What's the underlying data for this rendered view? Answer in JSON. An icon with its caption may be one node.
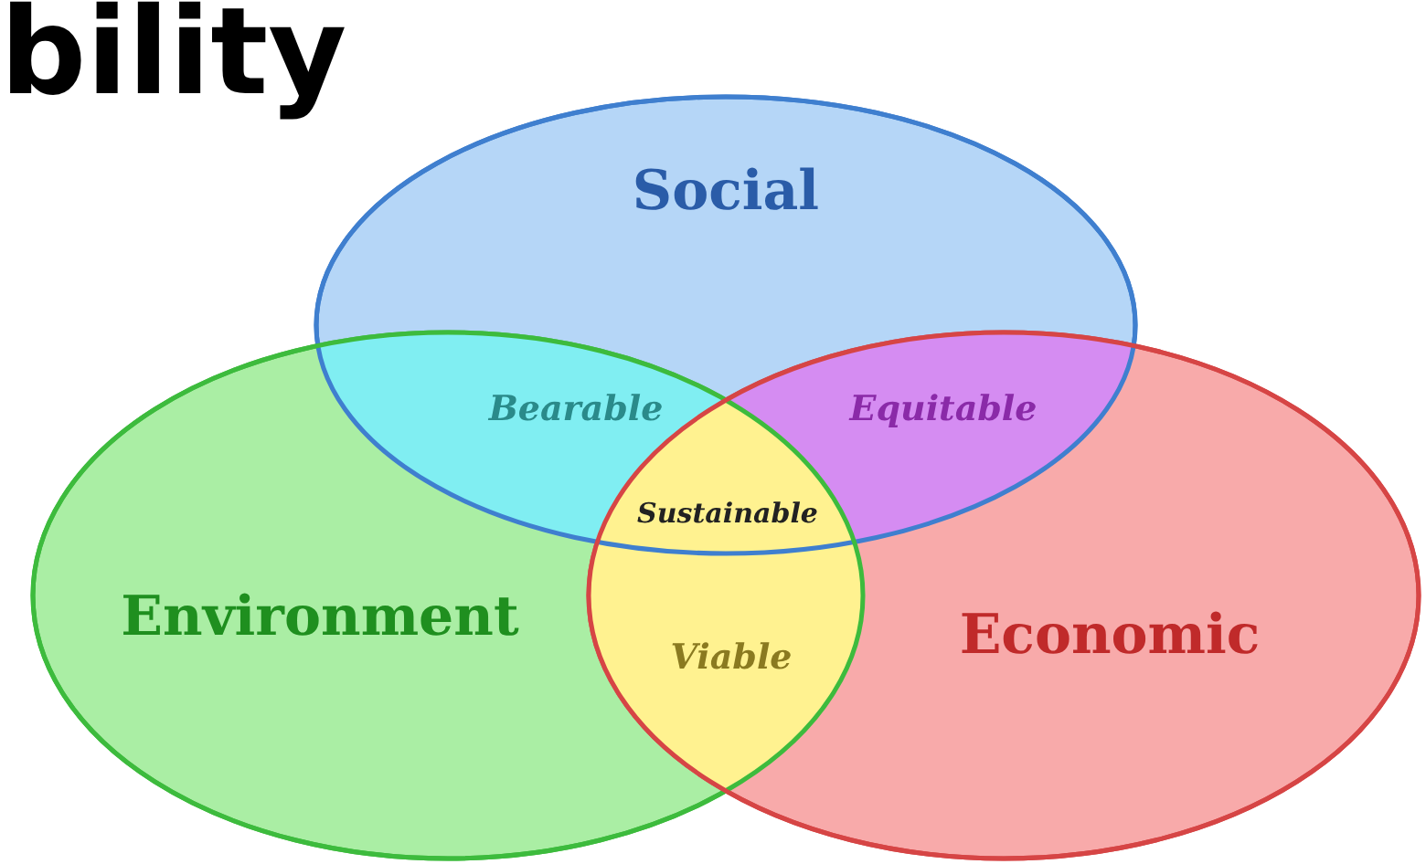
{
  "diagram": {
    "title": "bility",
    "nodes": [
      {
        "text": [
          "Social"
        ]
      },
      {
        "text": [
          "Environment"
        ]
      },
      {
        "text": [
          "Economic"
        ]
      }
    ],
    "labels": [
      "Bearable",
      "Equitable",
      "Sustainable",
      "Viable"
    ]
  }
}
